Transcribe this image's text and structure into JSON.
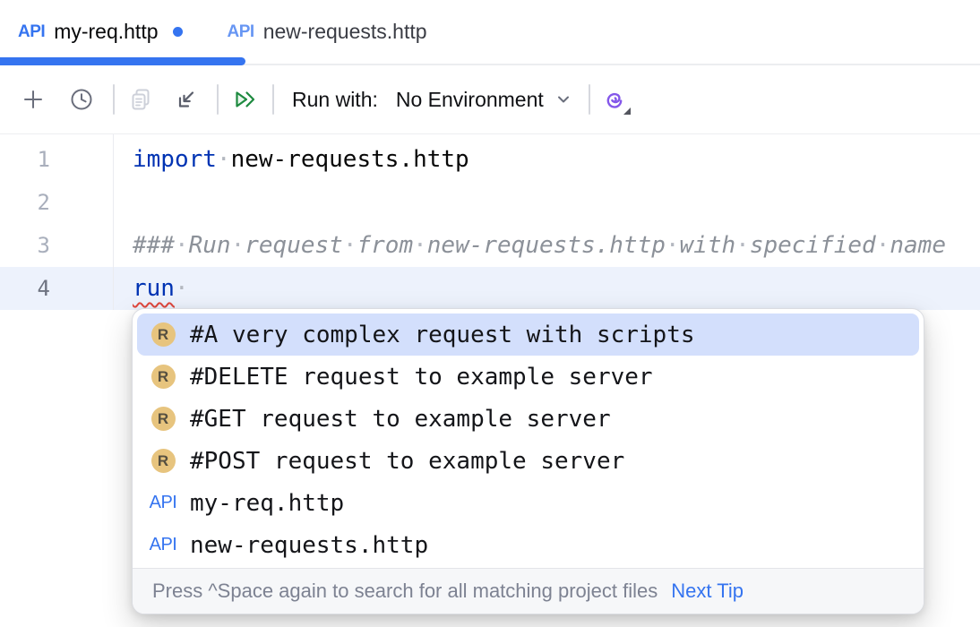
{
  "tabs": [
    {
      "icon": "API",
      "label": "my-req.http",
      "modified": true,
      "active": true
    },
    {
      "icon": "API",
      "label": "new-requests.http",
      "modified": false,
      "active": false
    }
  ],
  "toolbar": {
    "run_with_label": "Run with:",
    "environment_selected": "No Environment",
    "icon_names": [
      "add-icon",
      "history-clock-icon",
      "copy-icon",
      "import-requests-icon",
      "run-all-icon",
      "chevron-down-icon",
      "ai-assistant-icon"
    ]
  },
  "editor": {
    "show_whitespace": true,
    "current_line": 4,
    "lines": [
      {
        "num": 1,
        "tokens": [
          {
            "type": "keyword",
            "text": "import"
          },
          {
            "type": "plain",
            "text": " new-requests.http"
          }
        ]
      },
      {
        "num": 2,
        "tokens": []
      },
      {
        "num": 3,
        "tokens": [
          {
            "type": "comment",
            "text": "### Run request from new-requests.http with specified name"
          }
        ]
      },
      {
        "num": 4,
        "tokens": [
          {
            "type": "keyword-error",
            "text": "run"
          },
          {
            "type": "plain",
            "text": " "
          }
        ]
      }
    ]
  },
  "popup": {
    "items": [
      {
        "icon": "request-icon",
        "icon_text": "R",
        "label": "#A very complex request with scripts",
        "selected": true
      },
      {
        "icon": "request-icon",
        "icon_text": "R",
        "label": "#DELETE request to example server",
        "selected": false
      },
      {
        "icon": "request-icon",
        "icon_text": "R",
        "label": "#GET request to example server",
        "selected": false
      },
      {
        "icon": "request-icon",
        "icon_text": "R",
        "label": "#POST request to example server",
        "selected": false
      },
      {
        "icon": "api-file-icon",
        "icon_text": "API",
        "label": "my-req.http",
        "selected": false
      },
      {
        "icon": "api-file-icon",
        "icon_text": "API",
        "label": "new-requests.http",
        "selected": false
      }
    ],
    "footer": {
      "hint": "Press ^Space again to search for all matching project files",
      "link": "Next Tip"
    }
  },
  "colors": {
    "accent": "#3574F0",
    "keyword": "#0033B3",
    "comment": "#8C9199",
    "selection_bg": "#D3DFFC",
    "current_line_bg": "#EDF2FC",
    "request_icon_bg": "#E7C47E",
    "error_underline": "#E0483E",
    "run_green": "#1D8A3F",
    "ai_purple": "#8457EA"
  }
}
